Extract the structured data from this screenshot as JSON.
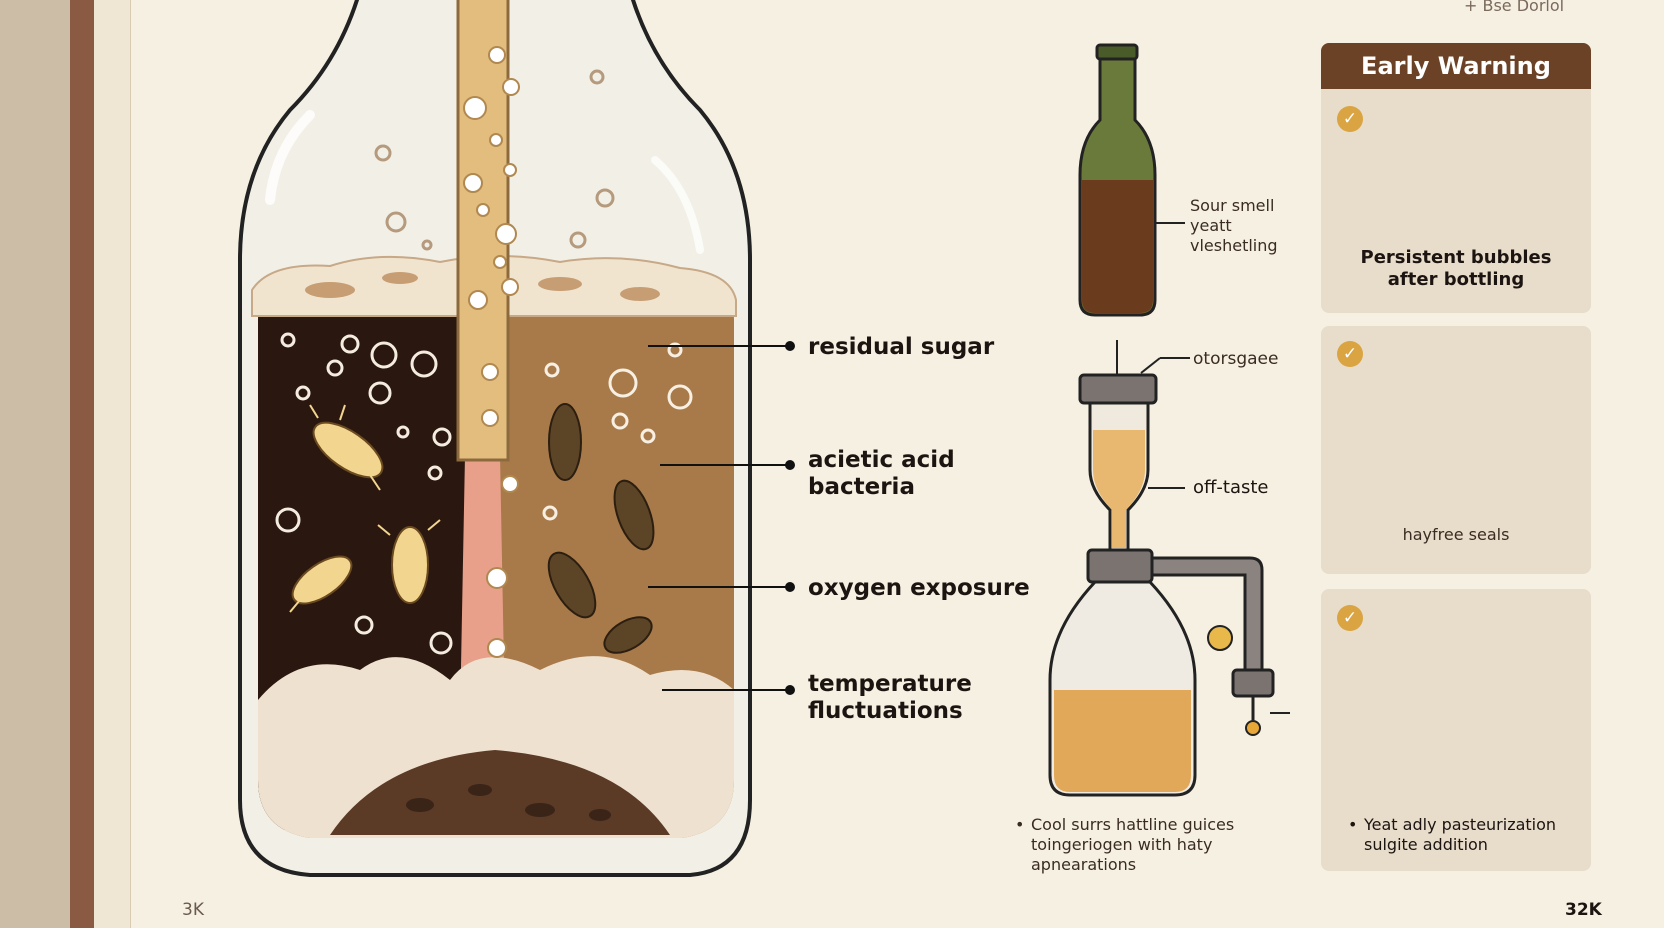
{
  "header": {
    "corner_note": "+ Bse Dorlol"
  },
  "main_labels": [
    {
      "id": "residual-sugar",
      "text": "residual sugar"
    },
    {
      "id": "acetic-acid-bacteria",
      "text": "acietic acid\nbacteria"
    },
    {
      "id": "oxygen-exposure",
      "text": "oxygen exposure"
    },
    {
      "id": "temperature-fluctuations",
      "text": "temperature\nfluctuations"
    }
  ],
  "middle_labels": {
    "bottle_note": "Sour smell\nyeatt\nvleshetling",
    "top_note": "otorsgaee",
    "offtaste": "off-taste",
    "bottom_note": "Cool surrs hattline guices\ntoingeriogen with haty\napnearations"
  },
  "right_panel": {
    "title": "Early Warning",
    "card1_text": "Persistent bubbles\nafter bottling",
    "card2_text": "hayfree seals",
    "card3_text": "Yeat adly pasteurization\nsulgite addition"
  },
  "footer": {
    "left": "3K",
    "right": "32K"
  },
  "colors": {
    "accent": "#6b4226",
    "check": "#d9a441",
    "warning": "#f5c542"
  },
  "icons": [
    "check-icon",
    "warning-triangle-icon",
    "bacteria-icon",
    "bubble-icon"
  ]
}
